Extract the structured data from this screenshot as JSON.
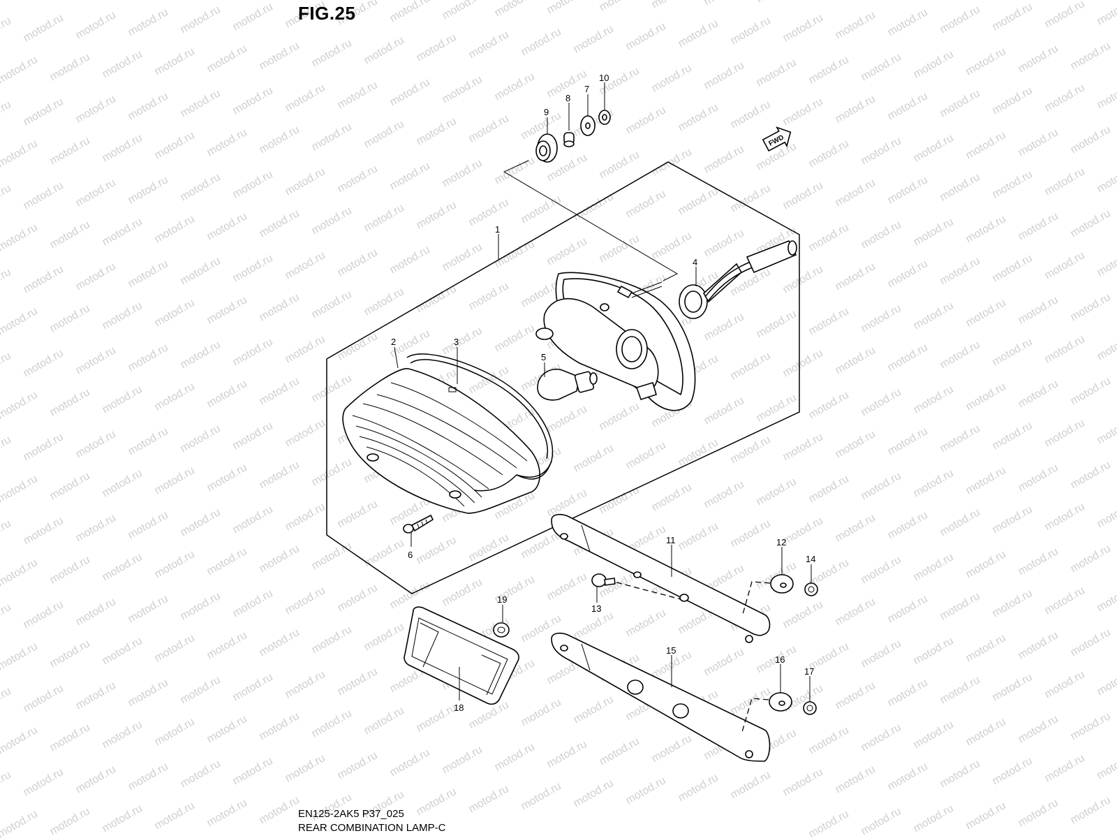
{
  "figure": {
    "title": "FIG.25",
    "code": "EN125-2AK5 P37_025",
    "name": "REAR COMBINATION LAMP-C",
    "direction_badge": "FWD",
    "watermark": "motod.ru"
  },
  "callouts": [
    {
      "id": "1",
      "label": "1"
    },
    {
      "id": "2",
      "label": "2"
    },
    {
      "id": "3",
      "label": "3"
    },
    {
      "id": "4",
      "label": "4"
    },
    {
      "id": "5",
      "label": "5"
    },
    {
      "id": "6",
      "label": "6"
    },
    {
      "id": "7",
      "label": "7"
    },
    {
      "id": "8",
      "label": "8"
    },
    {
      "id": "9",
      "label": "9"
    },
    {
      "id": "10",
      "label": "10"
    },
    {
      "id": "11",
      "label": "11"
    },
    {
      "id": "12",
      "label": "12"
    },
    {
      "id": "13",
      "label": "13"
    },
    {
      "id": "14",
      "label": "14"
    },
    {
      "id": "15",
      "label": "15"
    },
    {
      "id": "16",
      "label": "16"
    },
    {
      "id": "17",
      "label": "17"
    },
    {
      "id": "18",
      "label": "18"
    },
    {
      "id": "19",
      "label": "19"
    }
  ],
  "colors": {
    "line": "#000000",
    "watermark": "#cfcfcf",
    "background": "#ffffff"
  }
}
